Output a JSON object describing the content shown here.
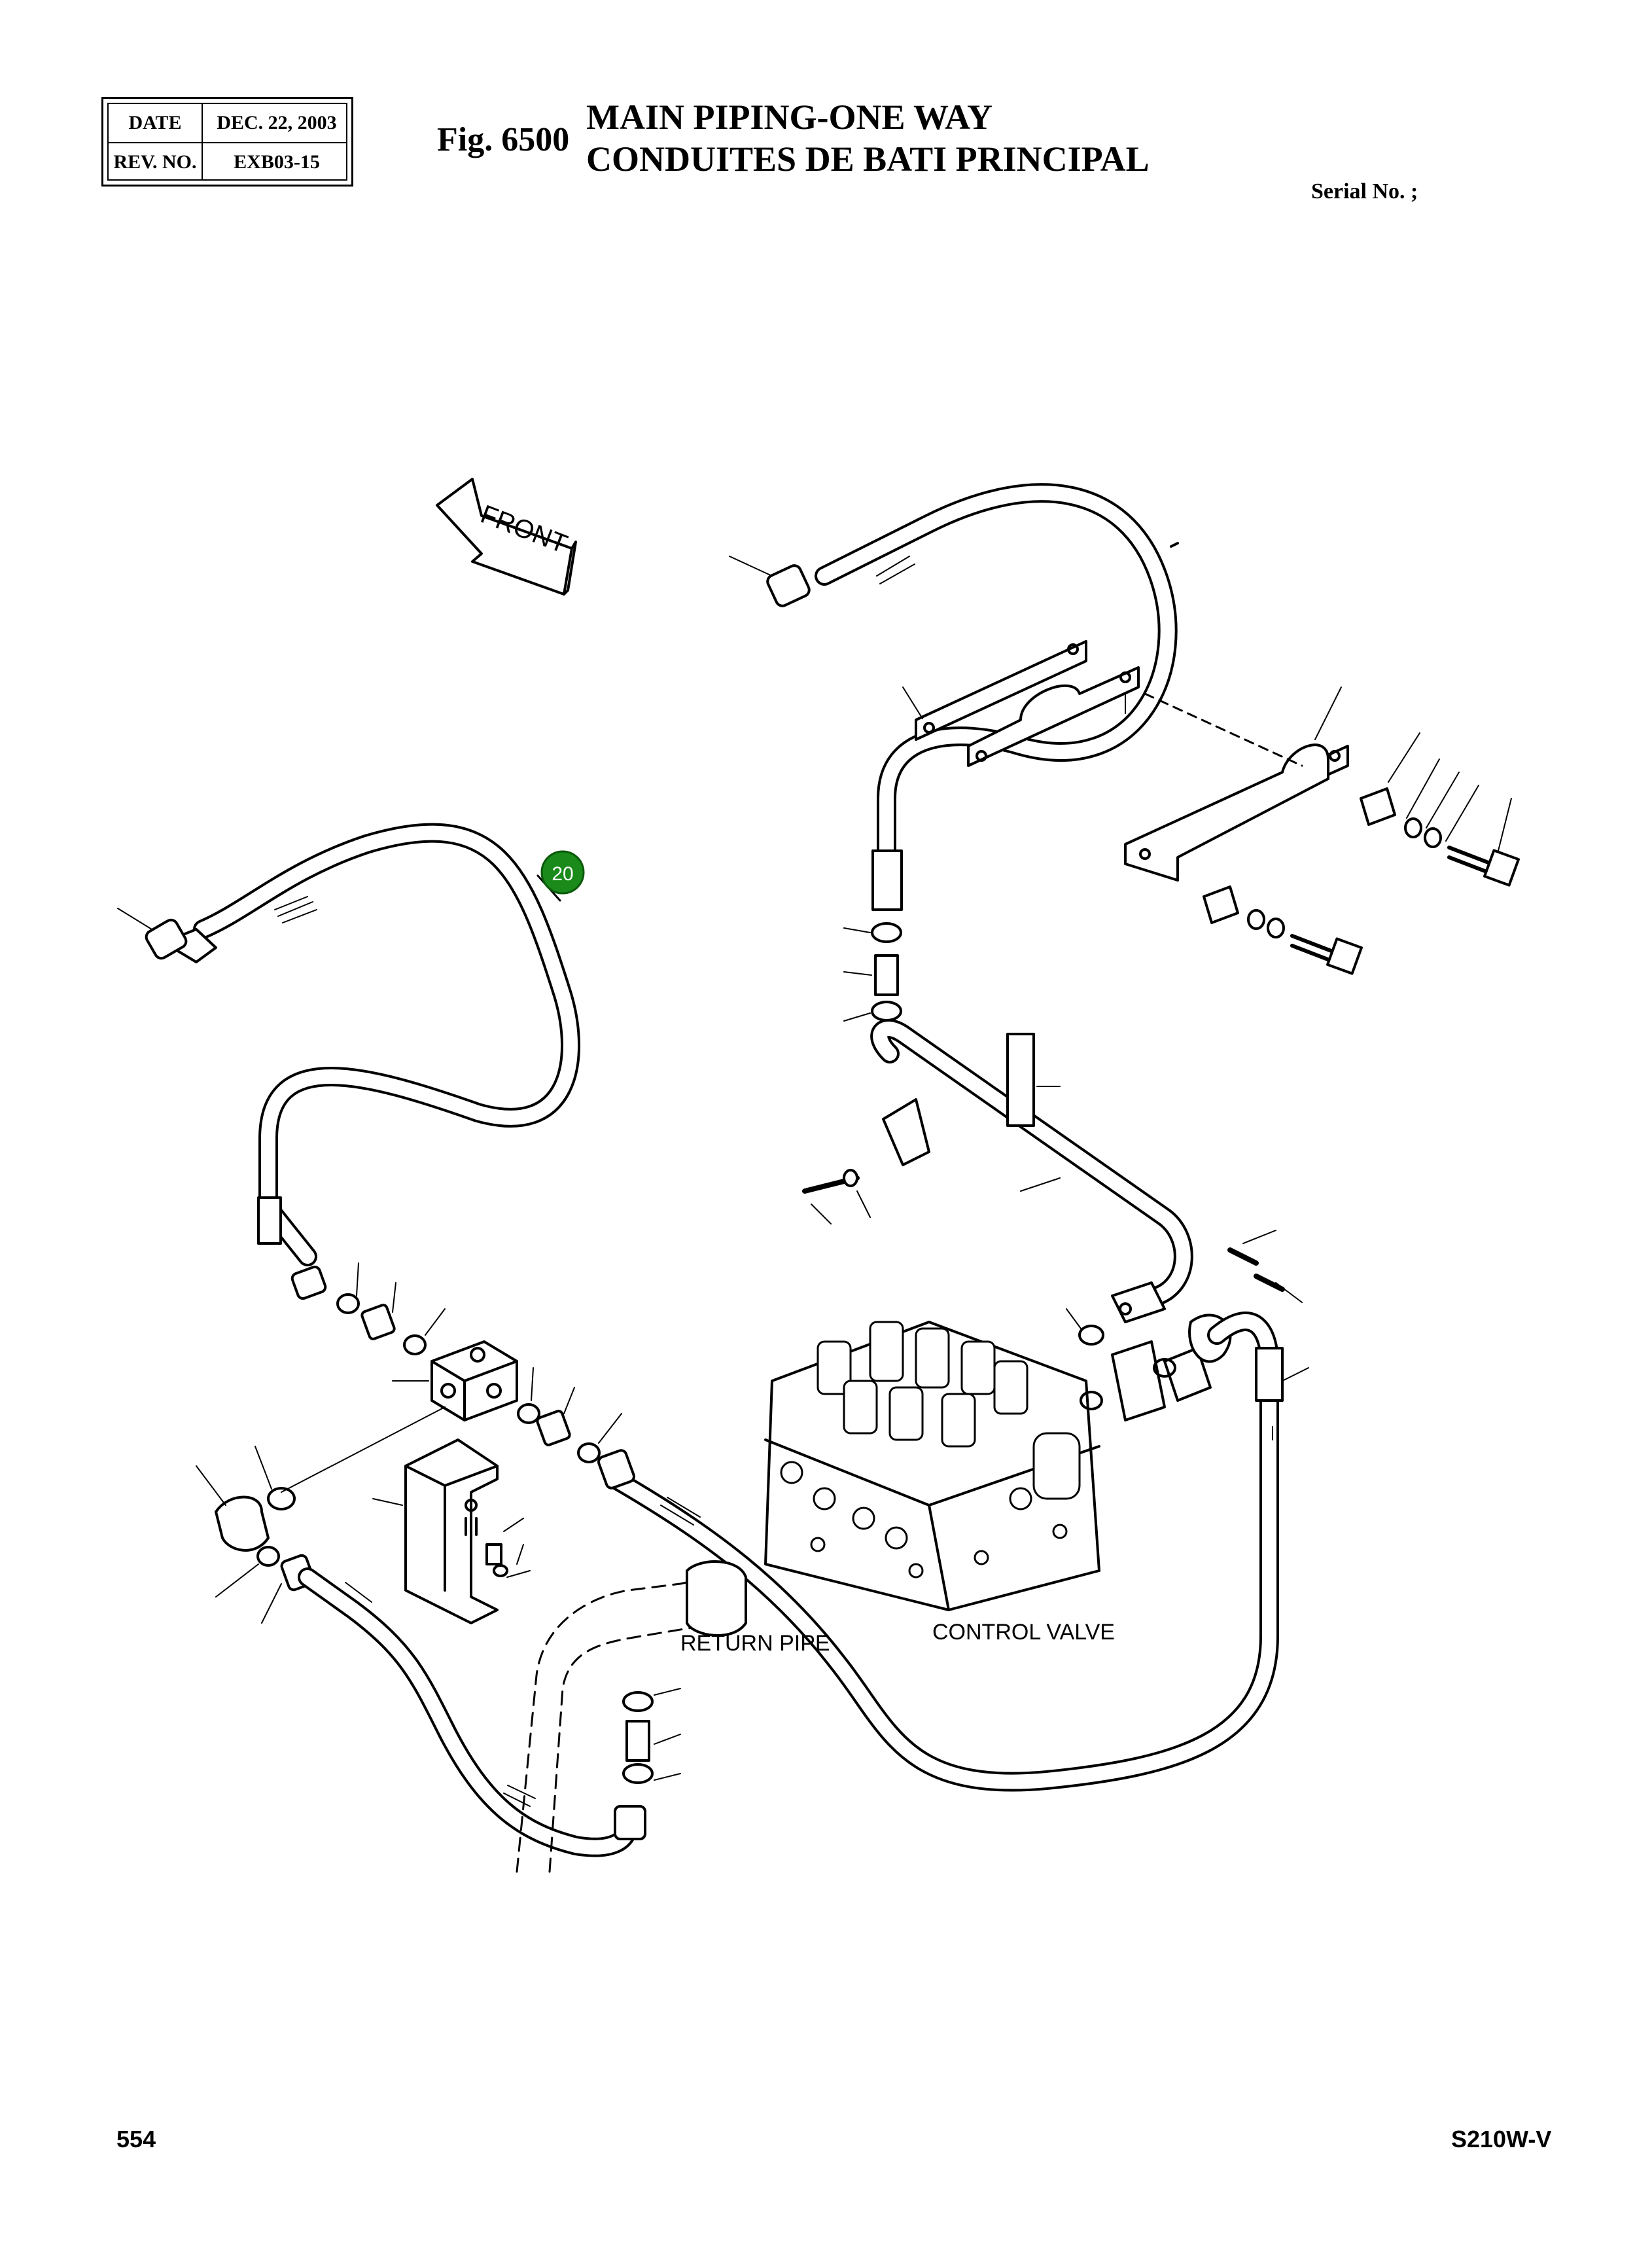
{
  "header": {
    "date_label": "DATE",
    "date_value": "DEC. 22, 2003",
    "rev_label": "REV. NO.",
    "rev_value": "EXB03-15",
    "fig": "Fig. 6500",
    "title_en": "MAIN PIPING-ONE WAY",
    "title_fr": "CONDUITES DE BATI PRINCIPAL",
    "serial": "Serial No. ;"
  },
  "diagram": {
    "front_label": "FRONT",
    "callout": "20",
    "callout_color": "#1a8a1a",
    "return_pipe_label": "RETURN PIPE",
    "control_valve_label": "CONTROL VALVE"
  },
  "footer": {
    "page_number": "554",
    "model": "S210W-V"
  }
}
